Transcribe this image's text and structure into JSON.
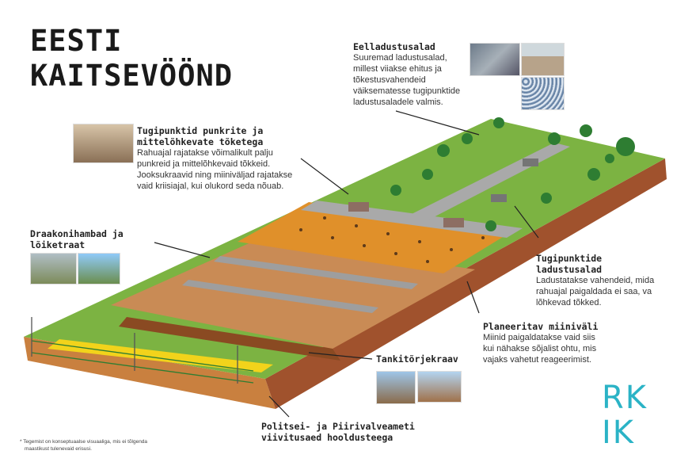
{
  "title": {
    "line1": "EESTI",
    "line2": "KAITSEVÖÖND"
  },
  "labels": {
    "eelladustusalad": {
      "heading": "Eelladustusalad",
      "body": [
        "Suuremad ladustusalad,",
        "millest viiakse ehitus ja",
        "tõkestusvahendeid",
        "väiksematesse tugipunktide",
        "ladustusaladele valmis."
      ]
    },
    "tugipunktid": {
      "heading": [
        "Tugipunktid punkrite ja",
        "mittelõhkevate tõketega"
      ],
      "body": [
        "Rahuajal rajatakse võimalikult palju",
        "punkreid ja mittelõhkevaid tõkkeid.",
        "Jooksukraavid ning miiniväljad rajatakse",
        "vaid kriisiajal, kui olukord seda nõuab."
      ]
    },
    "draakonihambad": {
      "heading": [
        "Draakonihambad ja",
        "lõiketraat"
      ]
    },
    "tugipunktide_ladustusalad": {
      "heading": [
        "Tugipunktide",
        "ladustusalad"
      ],
      "body": [
        "Ladustatakse vahendeid, mida",
        "rahuajal paigaldada ei saa, va",
        "lõhkevad tõkked."
      ]
    },
    "miinivali": {
      "heading": "Planeeritav miiniväli",
      "body": [
        "Miinid paigaldatakse vaid siis",
        "kui nähakse sõjalist ohtu, mis",
        "vajaks vahetut reageerimist."
      ]
    },
    "tankitorjekraav": {
      "heading": "Tankitõrjekraav"
    },
    "politsei": {
      "heading": [
        "Politsei- ja Piirivalveameti",
        "viivitusaed hooldusteega"
      ]
    }
  },
  "footnote": [
    "* Tegemist on konseptuaalse visuaaliga, mis ei tõlgenda",
    "maastikust tulenevaid erisusi."
  ],
  "logo": {
    "line1": "RK",
    "line2": "IK"
  },
  "colors": {
    "grass": "#7cb342",
    "soil": "#b5652e",
    "mines": "#e0902a",
    "road": "#a9a9a9",
    "logo": "#2bb3c6"
  }
}
